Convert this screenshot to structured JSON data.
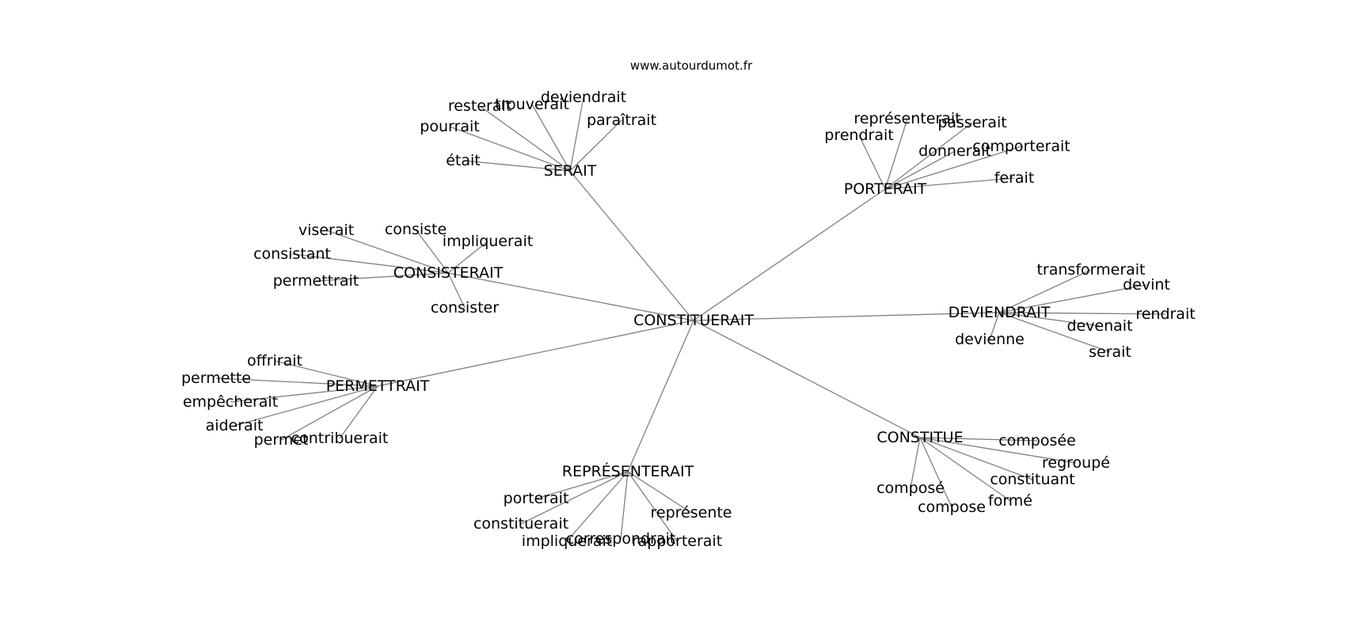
{
  "site_url": "www.autourdumot.fr",
  "colors": {
    "edge": "#808080",
    "text": "#000000",
    "background": "#ffffff"
  },
  "graph": {
    "root": "CONSTITUERAIT",
    "hubs": [
      {
        "label": "SERAIT",
        "leaves": [
          "était",
          "pourrait",
          "resterait",
          "trouverait",
          "deviendrait",
          "paraîtrait"
        ]
      },
      {
        "label": "PORTERAIT",
        "leaves": [
          "prendrait",
          "représenterait",
          "passerait",
          "donnerait",
          "comporterait",
          "ferait"
        ]
      },
      {
        "label": "CONSISTERAIT",
        "leaves": [
          "viserait",
          "consiste",
          "impliquerait",
          "consistant",
          "permettrait",
          "consister"
        ]
      },
      {
        "label": "DEVIENDRAIT",
        "leaves": [
          "transformerait",
          "devint",
          "rendrait",
          "devenait",
          "devienne",
          "serait"
        ]
      },
      {
        "label": "PERMETTRAIT",
        "leaves": [
          "offrirait",
          "permette",
          "empêcherait",
          "aiderait",
          "permet",
          "contribuerait"
        ]
      },
      {
        "label": "CONSTITUE",
        "leaves": [
          "composée",
          "regroupé",
          "constituant",
          "formé",
          "composé",
          "compose"
        ]
      },
      {
        "label": "REPRÉSENTERAIT",
        "leaves": [
          "porterait",
          "constituerait",
          "impliquerait",
          "correspondrait",
          "rapporterait",
          "représente"
        ]
      }
    ]
  }
}
